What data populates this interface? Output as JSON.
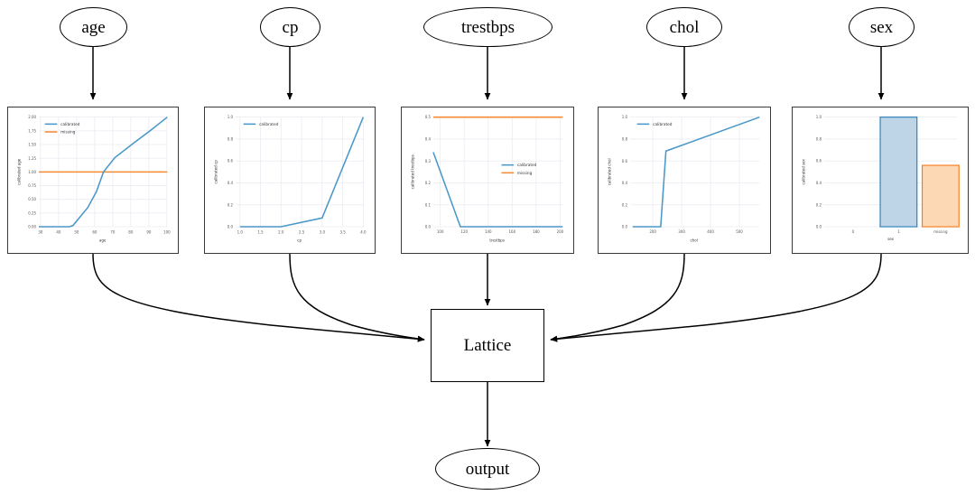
{
  "diagram": {
    "title": "Calibrated lattice model diagram",
    "inputs": [
      {
        "id": "age",
        "label": "age"
      },
      {
        "id": "cp",
        "label": "cp"
      },
      {
        "id": "trestbps",
        "label": "trestbps"
      },
      {
        "id": "chol",
        "label": "chol"
      },
      {
        "id": "sex",
        "label": "sex"
      }
    ],
    "lattice_label": "Lattice",
    "output_label": "output"
  },
  "colors": {
    "calibrated": "#4a98c9",
    "missing": "#f58b35",
    "bar_blue_fill": "#bed5e7",
    "bar_blue_edge": "#2d7fb8",
    "bar_orange_fill": "#fcd9b4",
    "bar_orange_edge": "#f57c20",
    "panel_border": "#3a3a3a",
    "node_stroke": "#000000",
    "grid": "#eaeaf0"
  },
  "chart_data": [
    {
      "id": "age",
      "type": "line",
      "title": "",
      "xlabel": "age",
      "ylabel": "calibrated age",
      "xlim": [
        28,
        102
      ],
      "ylim": [
        -0.08,
        2.08
      ],
      "xticks": [
        30,
        40,
        50,
        60,
        70,
        80,
        90,
        100
      ],
      "yticks": [
        0.0,
        0.25,
        0.5,
        0.75,
        1.0,
        1.25,
        1.5,
        1.75,
        2.0
      ],
      "ytick_labels": [
        "0.00",
        "0.25",
        "0.50",
        "0.75",
        "1.00",
        "1.25",
        "1.50",
        "1.75",
        "2.00"
      ],
      "grid": true,
      "legend_position": "upper left",
      "series": [
        {
          "name": "calibrated",
          "color": "#4a98c9",
          "x": [
            29,
            45,
            47,
            55,
            60,
            64,
            70,
            80,
            90,
            100
          ],
          "y": [
            0.0,
            0.0,
            0.02,
            0.35,
            0.72,
            1.0,
            1.26,
            1.52,
            1.76,
            2.0
          ]
        },
        {
          "name": "missing",
          "color": "#f58b35",
          "x": [
            29,
            100
          ],
          "y": [
            1.0,
            1.0
          ]
        }
      ]
    },
    {
      "id": "cp",
      "type": "line",
      "title": "",
      "xlabel": "cp",
      "ylabel": "calibrated cp",
      "xlim": [
        0.88,
        4.12
      ],
      "ylim": [
        -0.05,
        1.05
      ],
      "xticks": [
        1.0,
        1.5,
        2.0,
        2.5,
        3.0,
        3.5,
        4.0
      ],
      "xtick_labels": [
        "1.0",
        "1.5",
        "2.0",
        "2.5",
        "3.0",
        "3.5",
        "4.0"
      ],
      "yticks": [
        0.0,
        0.2,
        0.4,
        0.6,
        0.8,
        1.0
      ],
      "ytick_labels": [
        "0.0",
        "0.2",
        "0.4",
        "0.6",
        "0.8",
        "1.0"
      ],
      "grid": true,
      "legend_position": "upper left",
      "series": [
        {
          "name": "calibrated",
          "color": "#4a98c9",
          "x": [
            1.0,
            2.0,
            3.0,
            4.0
          ],
          "y": [
            0.0,
            0.0,
            0.08,
            1.0
          ]
        }
      ]
    },
    {
      "id": "trestbps",
      "type": "line",
      "title": "",
      "xlabel": "trestbps",
      "ylabel": "calibrated trestbps",
      "xlim": [
        92,
        202
      ],
      "ylim": [
        -0.02,
        0.52
      ],
      "xticks": [
        100,
        120,
        140,
        160,
        180,
        200
      ],
      "yticks": [
        0.0,
        0.1,
        0.2,
        0.3,
        0.4,
        0.5
      ],
      "ytick_labels": [
        "0.0",
        "0.1",
        "0.2",
        "0.3",
        "0.4",
        "0.5"
      ],
      "grid": true,
      "legend_position": "center right",
      "series": [
        {
          "name": "calibrated",
          "color": "#4a98c9",
          "x": [
            94,
            117,
            200
          ],
          "y": [
            0.34,
            0.0,
            0.0
          ]
        },
        {
          "name": "missing",
          "color": "#f58b35",
          "x": [
            94,
            200
          ],
          "y": [
            0.5,
            0.5
          ]
        }
      ]
    },
    {
      "id": "chol",
      "type": "line",
      "title": "",
      "xlabel": "chol",
      "ylabel": "calibrated chol",
      "xlim": [
        120,
        570
      ],
      "ylim": [
        -0.05,
        1.05
      ],
      "xticks": [
        200,
        300,
        400,
        500
      ],
      "yticks": [
        0.0,
        0.2,
        0.4,
        0.6,
        0.8,
        1.0
      ],
      "ytick_labels": [
        "0.0",
        "0.2",
        "0.4",
        "0.6",
        "0.8",
        "1.0"
      ],
      "grid": true,
      "legend_position": "upper left",
      "series": [
        {
          "name": "calibrated",
          "color": "#4a98c9",
          "x": [
            130,
            228,
            246,
            560
          ],
          "y": [
            0.0,
            0.0,
            0.69,
            1.0
          ]
        }
      ]
    },
    {
      "id": "sex",
      "type": "bar",
      "title": "",
      "xlabel": "sex",
      "ylabel": "calibrated sex",
      "categories": [
        "0",
        "1",
        "missing"
      ],
      "values": [
        0.0,
        1.0,
        0.56
      ],
      "bar_colors": [
        "#bed5e7",
        "#bed5e7",
        "#fcd9b4"
      ],
      "bar_edges": [
        "#2d7fb8",
        "#2d7fb8",
        "#f57c20"
      ],
      "ylim": [
        0.0,
        1.05
      ],
      "yticks": [
        0.0,
        0.2,
        0.4,
        0.6,
        0.8,
        1.0
      ],
      "ytick_labels": [
        "0.0",
        "0.2",
        "0.4",
        "0.6",
        "0.8",
        "1.0"
      ],
      "grid": true,
      "legend_position": "none"
    }
  ]
}
